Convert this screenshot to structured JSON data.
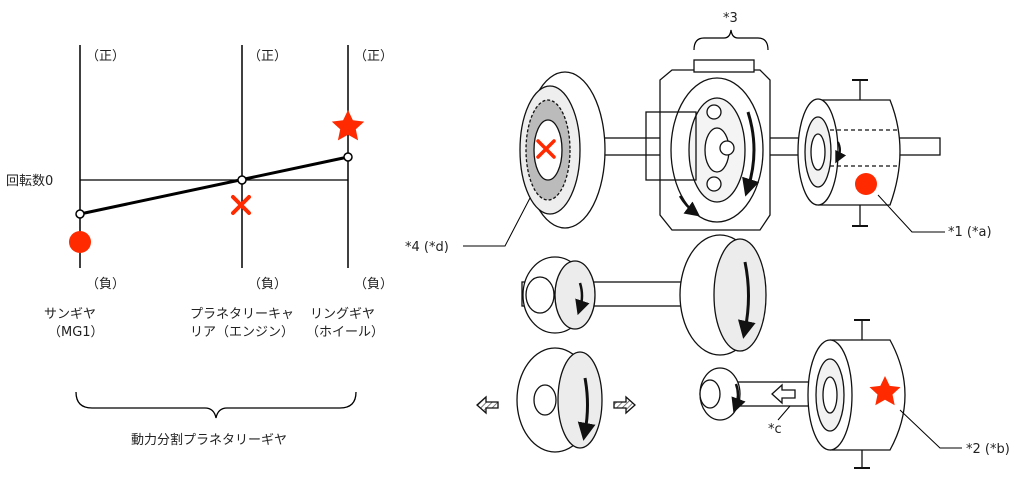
{
  "nomogram": {
    "axis_tops": [
      "（正）",
      "（正）",
      "（正）"
    ],
    "axis_bottoms": [
      "（負）",
      "（負）",
      "（負）"
    ],
    "zero_label": "回転数0",
    "axis_names": [
      [
        "サンギヤ",
        "（MG1）"
      ],
      [
        "プラネタリーキャ",
        "リア（エンジン）"
      ],
      [
        "リングギヤ",
        "（ホイール）"
      ]
    ],
    "group_label": "動力分割プラネタリーギヤ"
  },
  "callouts": {
    "c3": "*3",
    "c4": "*4 (*d)",
    "c1": "*1 (*a)",
    "c2": "*2 (*b)",
    "cc": "*c"
  },
  "colors": {
    "marker": "#ff2a00",
    "line": "#000000"
  },
  "icons": [
    "circle-marker-icon",
    "cross-marker-icon",
    "star-marker-icon"
  ]
}
